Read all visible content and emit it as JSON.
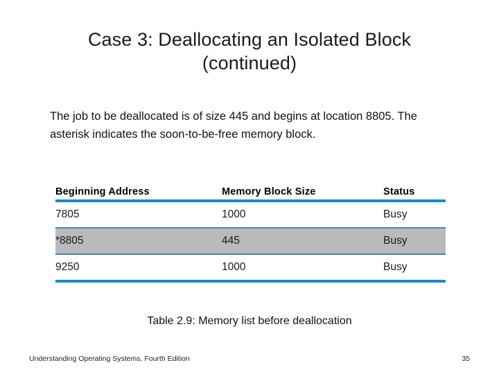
{
  "slide": {
    "title_line1": "Case 3: Deallocating an Isolated Block",
    "title_line2": "(continued)",
    "body_text": "The job to be deallocated is of size 445 and begins at location 8805. The asterisk indicates the soon-to-be-free memory block.",
    "caption": "Table 2.9: Memory list before deallocation"
  },
  "table": {
    "headers": {
      "beginning_address": "Beginning Address",
      "memory_block_size": "Memory Block Size",
      "status": "Status"
    },
    "rows": [
      {
        "beginning_address": "7805",
        "memory_block_size": "1000",
        "status": "Busy",
        "highlighted": false
      },
      {
        "beginning_address": "*8805",
        "memory_block_size": "445",
        "status": "Busy",
        "highlighted": true
      },
      {
        "beginning_address": "9250",
        "memory_block_size": "1000",
        "status": "Busy",
        "highlighted": false
      }
    ]
  },
  "footer": {
    "source": "Understanding Operating Systems, Fourth Edition",
    "page_number": "35"
  },
  "colors": {
    "rule_blue": "#1b86ce",
    "rule_thin_blue": "#3f88b5",
    "highlight_gray": "#bababc",
    "text_dark": "#1a1a1a",
    "background": "#ffffff"
  }
}
